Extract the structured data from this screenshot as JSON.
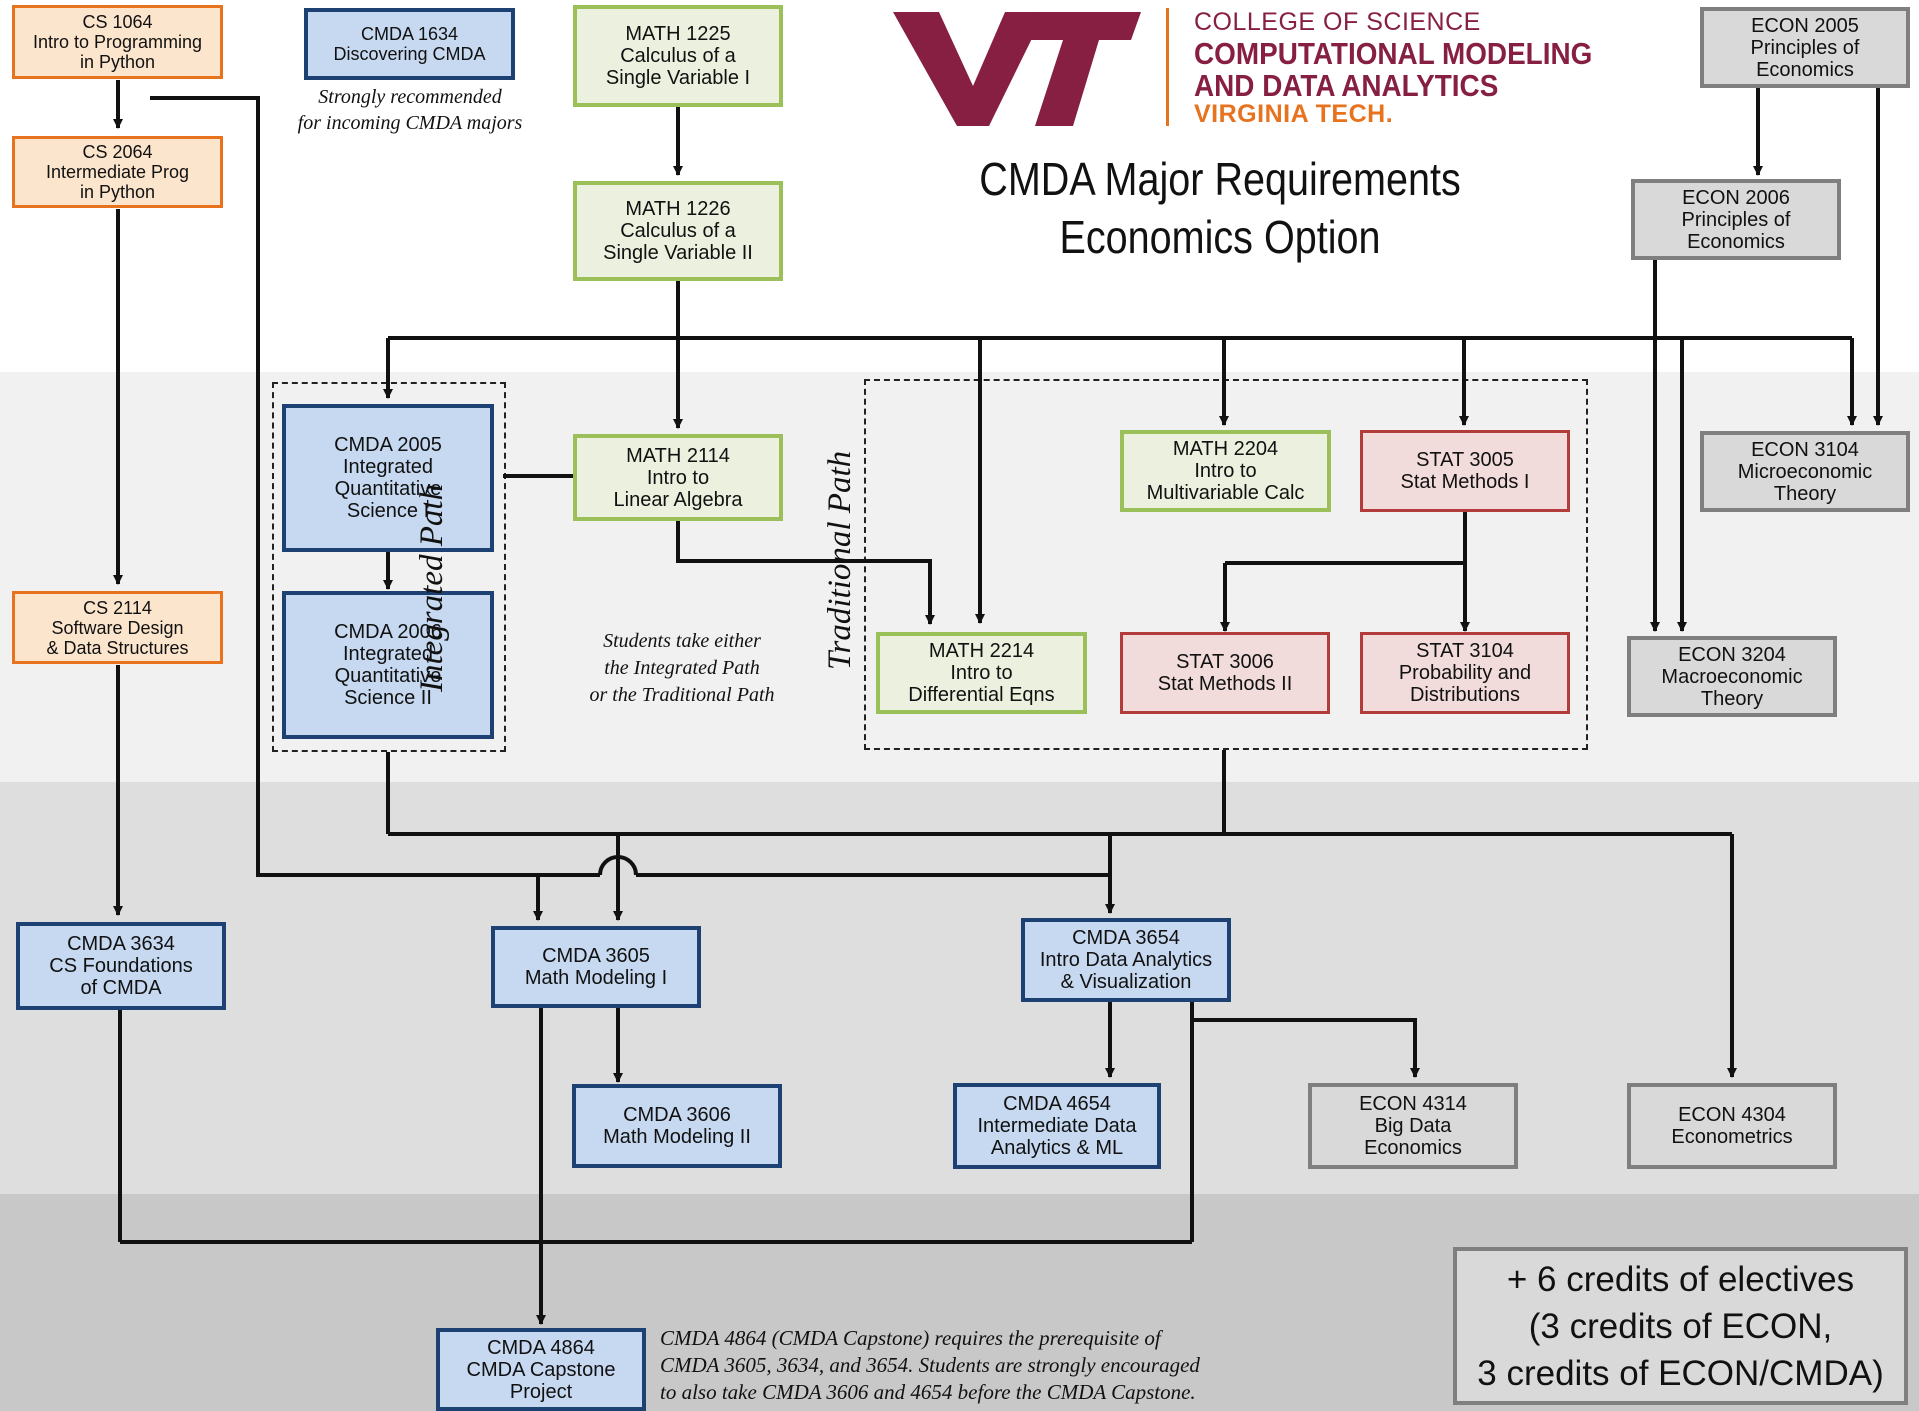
{
  "header": {
    "college": "COLLEGE OF SCIENCE",
    "dept_line1": "COMPUTATIONAL MODELING",
    "dept_line2": "AND DATA ANALYTICS",
    "university": "VIRGINIA TECH.",
    "logo_text": "VT",
    "title_line1": "CMDA Major Requirements",
    "title_line2": "Economics Option"
  },
  "colors": {
    "cs_border": "#e8731f",
    "cs_fill": "#fce5cd",
    "cmda_border": "#1e4173",
    "cmda_fill": "#c6d9f1",
    "math_border": "#9bc05a",
    "math_fill": "#ebf1de",
    "stat_border": "#b23b3b",
    "stat_fill": "#f2dcdb",
    "econ_border": "#7f7f7f",
    "econ_fill": "#d9d9d9",
    "vt_maroon": "#861f41",
    "vt_orange": "#e8731f"
  },
  "courses": {
    "cs1064": {
      "code": "CS 1064",
      "l1": "Intro to Programming",
      "l2": "in Python"
    },
    "cs2064": {
      "code": "CS 2064",
      "l1": "Intermediate Prog",
      "l2": "in Python"
    },
    "cs2114": {
      "code": "CS 2114",
      "l1": "Software Design",
      "l2": "& Data Structures"
    },
    "cmda1634": {
      "code": "CMDA 1634",
      "l1": "Discovering CMDA"
    },
    "math1225": {
      "code": "MATH 1225",
      "l1": "Calculus of a",
      "l2": "Single Variable I"
    },
    "math1226": {
      "code": "MATH 1226",
      "l1": "Calculus of a",
      "l2": "Single Variable II"
    },
    "math2114": {
      "code": "MATH 2114",
      "l1": "Intro to",
      "l2": "Linear Algebra"
    },
    "math2204": {
      "code": "MATH 2204",
      "l1": "Intro to",
      "l2": "Multivariable Calc"
    },
    "math2214": {
      "code": "MATH 2214",
      "l1": "Intro to",
      "l2": "Differential Eqns"
    },
    "cmda2005": {
      "code": "CMDA 2005",
      "l1": "Integrated",
      "l2": "Quantitative",
      "l3": "Science I"
    },
    "cmda2006": {
      "code": "CMDA 2006",
      "l1": "Integrated",
      "l2": "Quantitative",
      "l3": "Science II"
    },
    "stat3005": {
      "code": "STAT 3005",
      "l1": "Stat Methods I"
    },
    "stat3006": {
      "code": "STAT 3006",
      "l1": "Stat Methods II"
    },
    "stat3104": {
      "code": "STAT 3104",
      "l1": "Probability and",
      "l2": "Distributions"
    },
    "econ2005": {
      "code": "ECON 2005",
      "l1": "Principles of",
      "l2": "Economics"
    },
    "econ2006": {
      "code": "ECON 2006",
      "l1": "Principles of",
      "l2": "Economics"
    },
    "econ3104": {
      "code": "ECON 3104",
      "l1": "Microeconomic",
      "l2": "Theory"
    },
    "econ3204": {
      "code": "ECON 3204",
      "l1": "Macroeconomic",
      "l2": "Theory"
    },
    "cmda3634": {
      "code": "CMDA 3634",
      "l1": "CS Foundations",
      "l2": "of CMDA"
    },
    "cmda3605": {
      "code": "CMDA 3605",
      "l1": "Math Modeling I"
    },
    "cmda3606": {
      "code": "CMDA 3606",
      "l1": "Math Modeling II"
    },
    "cmda3654": {
      "code": "CMDA 3654",
      "l1": "Intro Data Analytics",
      "l2": "& Visualization"
    },
    "cmda4654": {
      "code": "CMDA 4654",
      "l1": "Intermediate Data",
      "l2": "Analytics & ML"
    },
    "econ4314": {
      "code": "ECON 4314",
      "l1": "Big Data",
      "l2": "Economics"
    },
    "econ4304": {
      "code": "ECON 4304",
      "l1": "Econometrics"
    },
    "cmda4864": {
      "code": "CMDA 4864",
      "l1": "CMDA Capstone",
      "l2": "Project"
    }
  },
  "notes": {
    "cmda1634_l1": "Strongly recommended",
    "cmda1634_l2": "for incoming CMDA majors",
    "paths_l1": "Students take either",
    "paths_l2": "the Integrated Path",
    "paths_l3": "or the Traditional Path",
    "integrated_path": "Integrated Path",
    "traditional_path": "Traditional  Path",
    "capstone_l1": "CMDA 4864 (CMDA Capstone) requires the prerequisite of",
    "capstone_l2": "CMDA 3605, 3634, and 3654.  Students are strongly encouraged",
    "capstone_l3": "to also take CMDA 3606 and 4654 before the CMDA Capstone."
  },
  "electives": {
    "l1": "+ 6 credits of electives",
    "l2": "(3 credits of ECON,",
    "l3": "3 credits of ECON/CMDA)"
  }
}
